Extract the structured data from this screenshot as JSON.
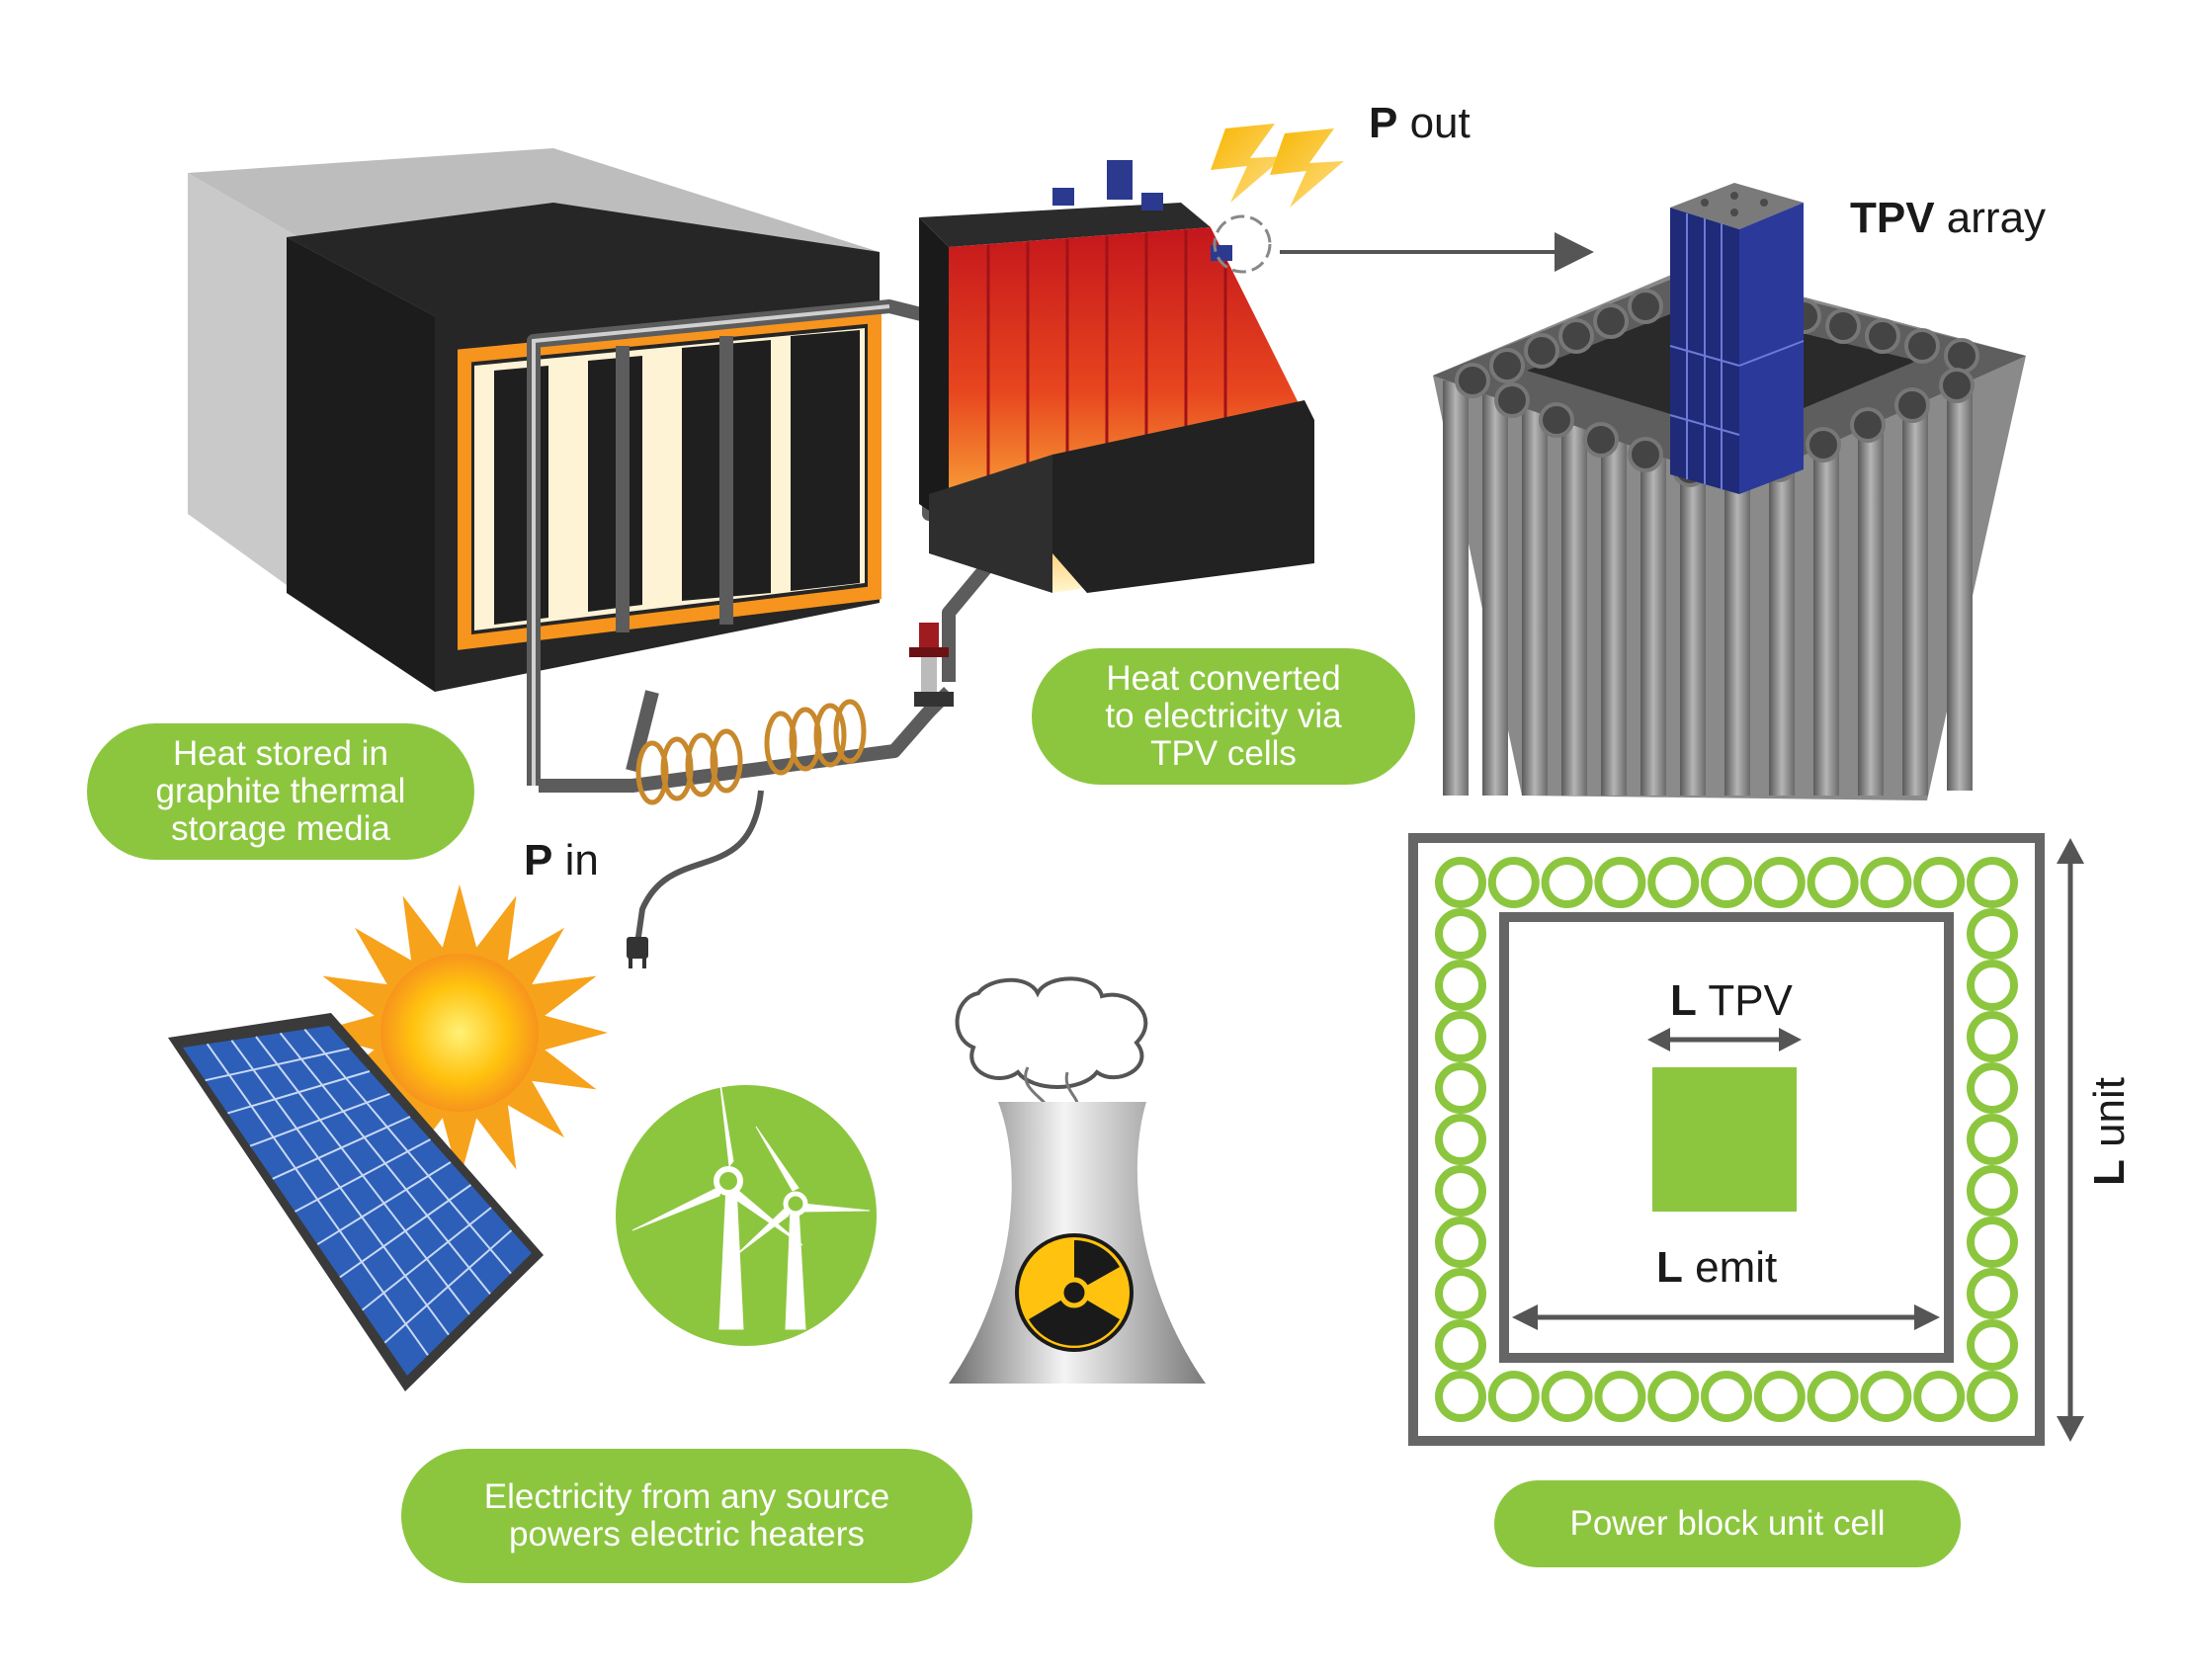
{
  "labels": {
    "p_out_sym": "P",
    "p_out_sub": " out",
    "tpv_array_sym": "TPV",
    "tpv_array_sub": " array",
    "p_in_sym": "P",
    "p_in_sub": " in",
    "l_tpv_sym": "L",
    "l_tpv_sub": " TPV",
    "l_emit_sym": "L",
    "l_emit_sub": " emit",
    "l_unit_sym": "L",
    "l_unit_sub": " unit"
  },
  "callouts": {
    "heat_stored": "Heat stored in\ngraphite thermal\nstorage media",
    "heat_converted": "Heat converted\nto electricity via\nTPV cells",
    "electricity_source": "Electricity from any source\npowers electric heaters",
    "unit_cell": "Power block unit cell"
  },
  "colors": {
    "callout_green": "#8cc63f",
    "storage_black": "#262626",
    "glow_orange": "#f7941d",
    "tpv_blue": "#1f2a78",
    "fin_gray": "#8f8f8f",
    "bolt_yellow": "#f7b500"
  },
  "icons": [
    "sun-icon",
    "solar-panel-icon",
    "wind-turbine-icon",
    "nuclear-cooling-tower-icon",
    "lightning-bolt-icon",
    "plug-icon",
    "heating-coil-icon",
    "radiation-symbol-icon"
  ]
}
